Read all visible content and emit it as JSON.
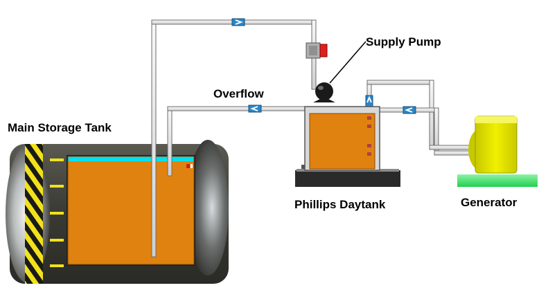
{
  "labels": {
    "supply_pump": "Supply Pump",
    "overflow": "Overflow",
    "main_storage_tank": "Main Storage Tank",
    "daytank": "Phillips Daytank",
    "generator": "Generator"
  },
  "colors": {
    "fuel": "#e0820f",
    "fuel_level": "#00e0f0",
    "pipe": "#e4e4e4",
    "pipe_outline": "#6c6c6c",
    "tank_shell": "#3c3c38",
    "hazard_yellow": "#f2e21a",
    "generator_yellow": "#e6e600",
    "ground_green": "#2ee85a",
    "pump_body": "#1a1a1a",
    "valve_red": "#e02020",
    "arrow_blue": "#2a86c8"
  },
  "icons": {
    "flow_arrow": "flow-direction-arrow-icon",
    "valve": "solenoid-valve-icon",
    "pump": "supply-pump-icon"
  }
}
